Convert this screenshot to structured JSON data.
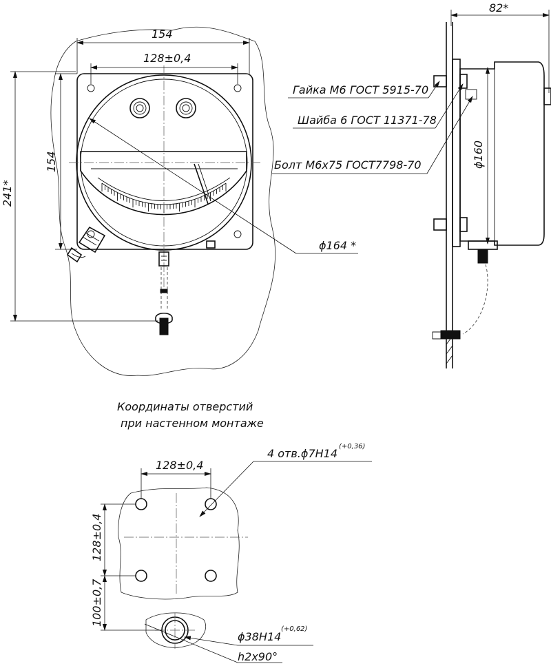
{
  "front_view": {
    "dim_overall_width": "154",
    "dim_hole_spacing": "128±0,4",
    "dim_overall_height": "154",
    "dim_total_height": "241*",
    "dim_case_diameter": "ϕ164 *"
  },
  "side_view": {
    "dim_depth": "82*",
    "dim_diameter": "ϕ160",
    "callout_nut": "Гайка М6 ГОСТ 5915-70",
    "callout_washer": "Шайба 6 ГОСТ 11371-78",
    "callout_bolt": "Болт М6х75 ГОСТ7798-70"
  },
  "holes_view": {
    "title_line1": "Координаты отверстий",
    "title_line2": "при настенном монтаже",
    "dim_hole_spacing_h": "128±0,4",
    "dim_hole_spacing_v": "128±0,4",
    "dim_offset_v": "100±0,7",
    "callout_holes": "4 отв.ϕ7Н14",
    "callout_holes_tol": "(+0,36)",
    "callout_center_hole": "ϕ38Н14",
    "callout_center_tol": "(+0,62)",
    "callout_chamfer": "h2x90°"
  }
}
